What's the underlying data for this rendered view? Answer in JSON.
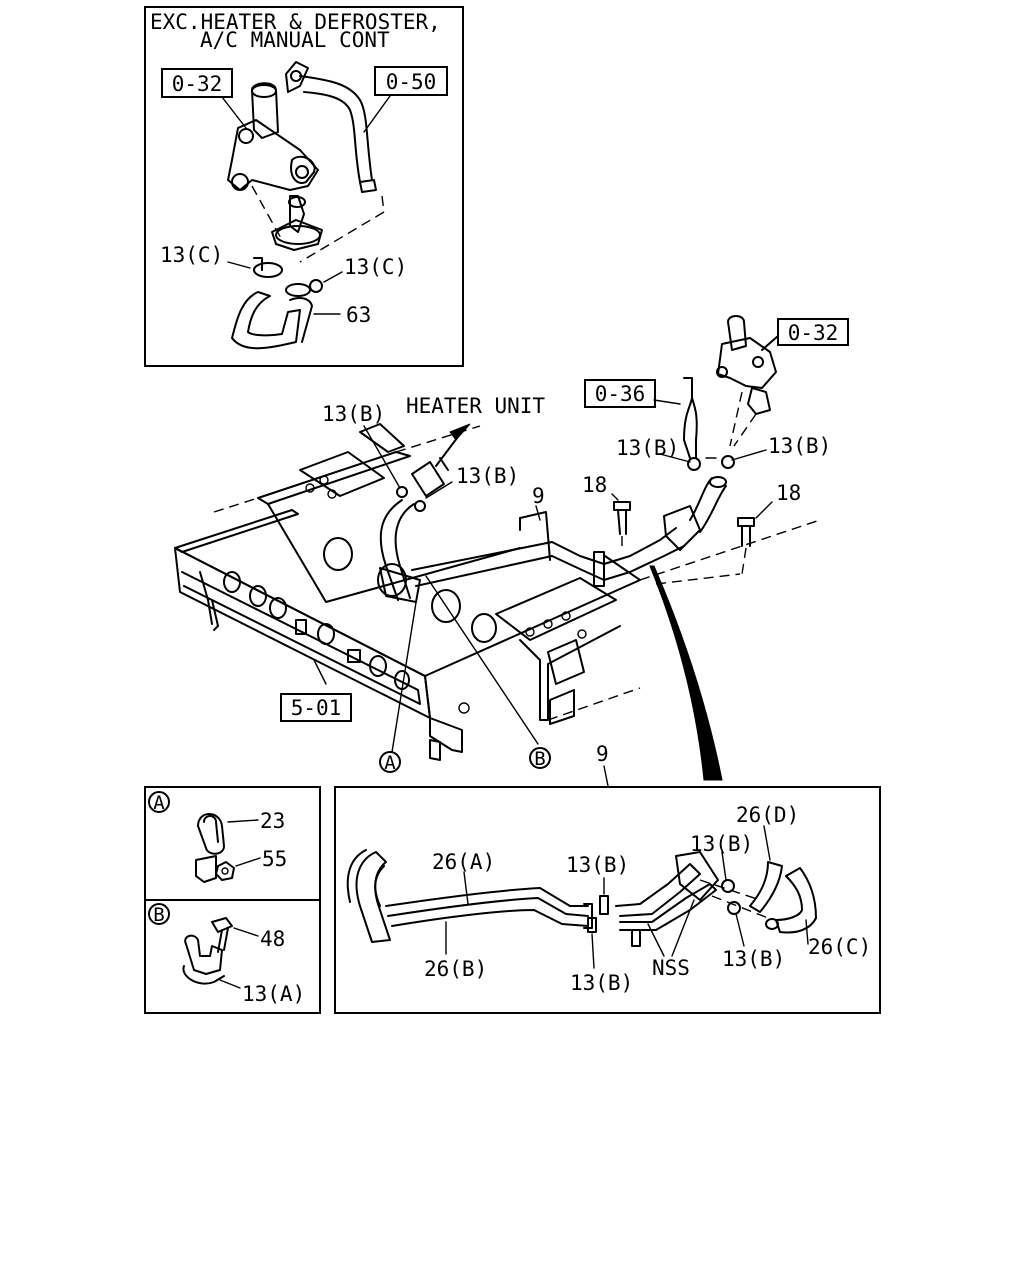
{
  "inset_top": {
    "title_line1": "EXC.HEATER & DEFROSTER,",
    "title_line2": "A/C MANUAL CONT",
    "ref_left": "0-32",
    "ref_right": "0-50",
    "clamp_left": "13(C)",
    "clamp_right": "13(C)",
    "hose": "63"
  },
  "main": {
    "heater_unit": "HEATER UNIT",
    "ref_engine": "0-32",
    "ref_pipe": "0-36",
    "ref_frame": "5-01",
    "clamp_top_left": "13(B)",
    "clamp_top_mid": "13(B)",
    "clamp_right_a": "13(B)",
    "clamp_right_b": "13(B)",
    "pipe": "9",
    "bolt_a": "18",
    "bolt_b": "18",
    "marker_a": "A",
    "marker_b": "B"
  },
  "detail_a": {
    "marker": "A",
    "part_clip": "23",
    "part_nut": "55"
  },
  "detail_b": {
    "marker": "B",
    "part_bolt": "48",
    "part_clamp": "13(A)"
  },
  "detail_9": {
    "pipe": "9",
    "hose_a": "26(A)",
    "hose_b": "26(B)",
    "hose_c": "26(C)",
    "hose_d": "26(D)",
    "clamp_top": "13(B)",
    "clamp_bottom": "13(B)",
    "clamp_right_top": "13(B)",
    "clamp_right_bottom": "13(B)",
    "nss": "NSS"
  }
}
